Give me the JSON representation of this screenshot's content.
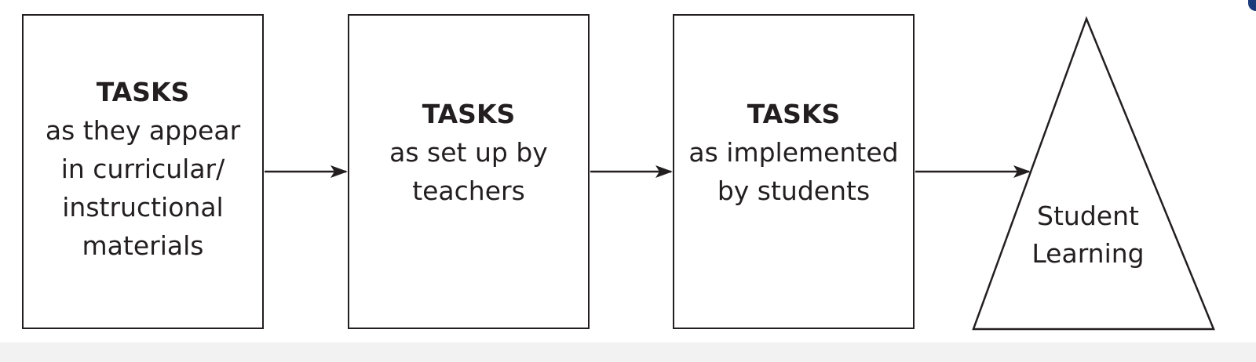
{
  "diagram": {
    "boxes": [
      {
        "title": "TASKS",
        "lines": [
          "as they appear",
          "in curricular/",
          "instructional",
          "materials"
        ]
      },
      {
        "title": "TASKS",
        "lines": [
          "as set up by",
          "teachers"
        ]
      },
      {
        "title": "TASKS",
        "lines": [
          "as implemented",
          "by students"
        ]
      }
    ],
    "outcome": {
      "lines": [
        "Student",
        "Learning"
      ]
    }
  }
}
